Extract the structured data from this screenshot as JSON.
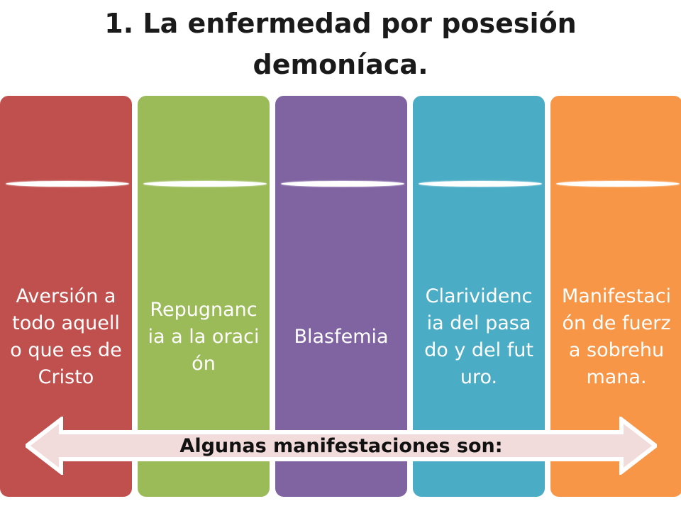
{
  "title": {
    "line1": "1. La enfermedad por posesión",
    "line2": "demoníaca."
  },
  "columns": [
    {
      "text": "Aversión a todo aquello que es de Cristo",
      "color": "#c0504d"
    },
    {
      "text": "Repugnancia a la oración",
      "color": "#9bbb59"
    },
    {
      "text": "Blasfemia",
      "color": "#8064a2"
    },
    {
      "text": "Clarividencia del pasado y del futuro.",
      "color": "#4bacc6"
    },
    {
      "text": "Manifestación de fuerza sobrehumana.",
      "color": "#f79646"
    }
  ],
  "arrow": {
    "label": "Algunas manifestaciones son:",
    "fill": "#f2dcdb",
    "stroke": "#ffffff"
  }
}
